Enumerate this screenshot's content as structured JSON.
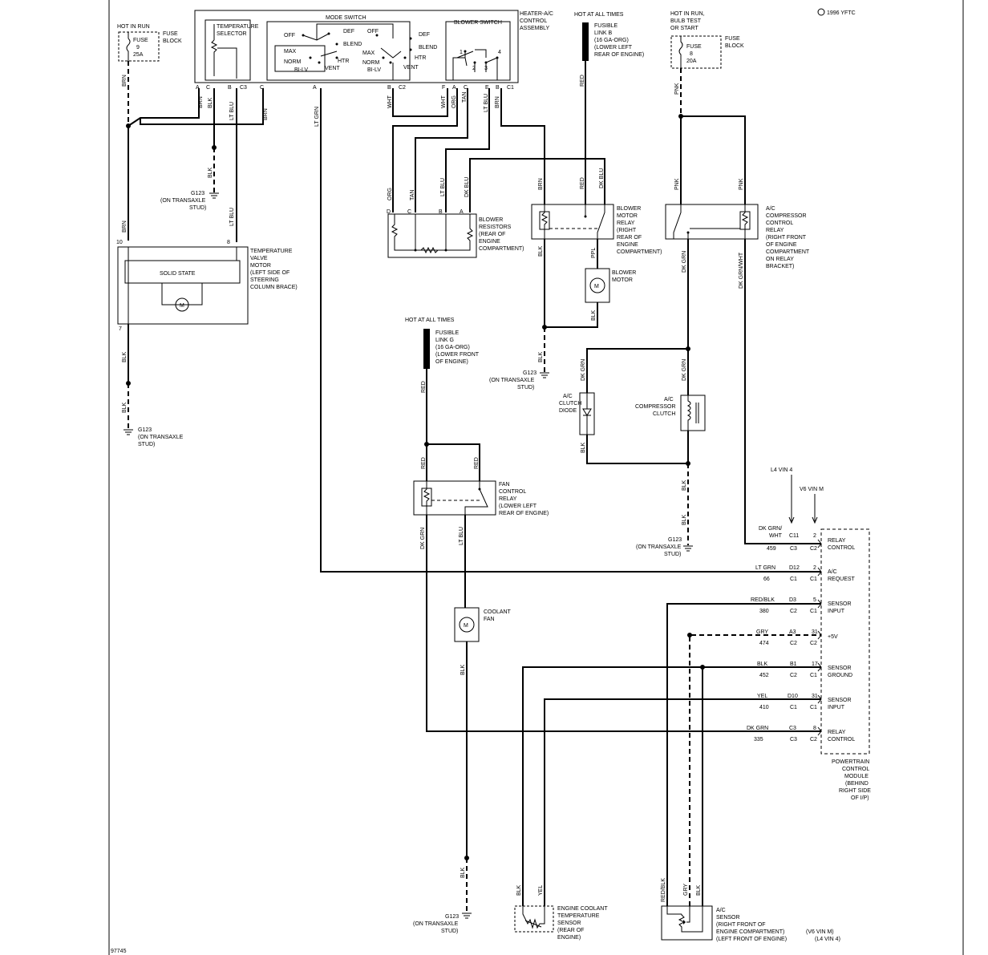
{
  "diagram_id": "97745",
  "year_tag": "1996 YFTC",
  "labels": {
    "hot_in_run": "HOT IN RUN",
    "fuse_9": "FUSE\n9\n25A",
    "fuse_block": "FUSE\nBLOCK",
    "hot_in_run_bulb": "HOT IN RUN,\nBULB TEST\nOR START",
    "fuse_8": "FUSE\n8\n20A",
    "hot_at_all_times": "HOT AT ALL TIMES",
    "fusible_link_b": "FUSIBLE\nLINK B\n(16 GA-ORG)\n(LOWER LEFT\nREAR OF ENGINE)",
    "fusible_link_g": "FUSIBLE\nLINK G\n(16 GA-ORG)\n(LOWER FRONT\nOF ENGINE)",
    "heater_ac": "HEATER-A/C\nCONTROL\nASSEMBLY",
    "temp_selector": "TEMPERATURE\nSELECTOR",
    "mode_switch": "MODE SWITCH",
    "blower_switch": "BLOWER SWITCH",
    "temp_valve_motor": "TEMPERATURE\nVALVE\nMOTOR\n(LEFT SIDE OF\nSTEERING\nCOLUMN BRACE)",
    "solid_state": "SOLID STATE",
    "blower_resistors": "BLOWER\nRESISTORS\n(REAR OF\nENGINE\nCOMPARTMENT)",
    "blower_motor_relay": "BLOWER\nMOTOR\nRELAY\n(RIGHT\nREAR OF\nENGINE\nCOMPARTMENT)",
    "blower_motor": "BLOWER\nMOTOR",
    "ac_comp_relay": "A/C\nCOMPRESSOR\nCONTROL\nRELAY\n(RIGHT FRONT\nOF ENGINE\nCOMPARTMENT\nON RELAY\nBRACKET)",
    "ac_clutch_diode": "A/C\nCLUTCH\nDIODE",
    "ac_comp_clutch": "A/C\nCOMPRESSOR\nCLUTCH",
    "fan_control_relay": "FAN\nCONTROL\nRELAY\n(LOWER LEFT\nREAR OF ENGINE)",
    "coolant_fan": "COOLANT\nFAN",
    "pcm": "POWERTRAIN\nCONTROL\nMODULE\n(BEHIND\nRIGHT SIDE\nOF I/P)",
    "ect_sensor": "ENGINE COOLANT\nTEMPERATURE\nSENSOR\n(REAR OF\nENGINE)",
    "ac_sensor": "A/C\nSENSOR\n(RIGHT FRONT OF\nENGINE COMPARTMENT)\n(LEFT FRONT OF ENGINE)",
    "v6_l4": "(V6 VIN M)\n(L4 VIN 4)",
    "g123": "G123\n(ON TRANSAXLE\nSTUD)",
    "l4_vin4": "L4 VIN 4",
    "v6_vinm": "V6 VIN M",
    "off": "OFF",
    "def": "DEF",
    "blend": "BLEND",
    "max": "MAX",
    "norm": "NORM",
    "htr": "HTR",
    "vent": "VENT",
    "bilv": "BI-LV",
    "m": "M"
  },
  "wires": {
    "brn": "BRN",
    "blk": "BLK",
    "lt_blu": "LT BLU",
    "lt_grn": "LT GRN",
    "wht": "WHT",
    "org": "ORG",
    "tan": "TAN",
    "red": "RED",
    "dk_blu": "DK BLU",
    "pnk": "PNK",
    "ppl": "PPL",
    "dk_grn": "DK GRN",
    "dk_grn_wht": "DK GRN/WHT",
    "yel": "YEL",
    "gry": "GRY",
    "red_blk": "RED/BLK"
  },
  "pcm_pins": [
    {
      "wire": "DK GRN/\nWHT",
      "circuit": "459",
      "conn_a": "C11",
      "conn_b": "C3",
      "pin": "2",
      "pin_c": "C2",
      "func": "RELAY\nCONTROL"
    },
    {
      "wire": "LT GRN",
      "circuit": "66",
      "conn_a": "D12",
      "conn_b": "C1",
      "pin": "2",
      "pin_c": "C1",
      "func": "A/C\nREQUEST"
    },
    {
      "wire": "RED/BLK",
      "circuit": "380",
      "conn_a": "D3",
      "conn_b": "C2",
      "pin": "5",
      "pin_c": "C1",
      "func": "SENSOR\nINPUT"
    },
    {
      "wire": "GRY",
      "circuit": "474",
      "conn_a": "A3",
      "conn_b": "C2",
      "pin": "31",
      "pin_c": "C2",
      "func": "+5V"
    },
    {
      "wire": "BLK",
      "circuit": "452",
      "conn_a": "B1",
      "conn_b": "C2",
      "pin": "17",
      "pin_c": "C1",
      "func": "SENSOR\nGROUND"
    },
    {
      "wire": "YEL",
      "circuit": "410",
      "conn_a": "D10",
      "conn_b": "C1",
      "pin": "31",
      "pin_c": "C1",
      "func": "SENSOR\nINPUT"
    },
    {
      "wire": "DK GRN",
      "circuit": "335",
      "conn_a": "C3",
      "conn_b": "C3",
      "pin": "8",
      "pin_c": "C2",
      "func": "RELAY\nCONTROL"
    }
  ],
  "pins": {
    "a": "A",
    "b": "B",
    "c": "C",
    "d": "D",
    "e": "E",
    "f": "F",
    "c1": "C1",
    "c2": "C2",
    "c3": "C3",
    "p10": "10",
    "p8": "8",
    "p7": "7",
    "p1": "1",
    "p2": "2",
    "p3": "3",
    "p4": "4"
  }
}
